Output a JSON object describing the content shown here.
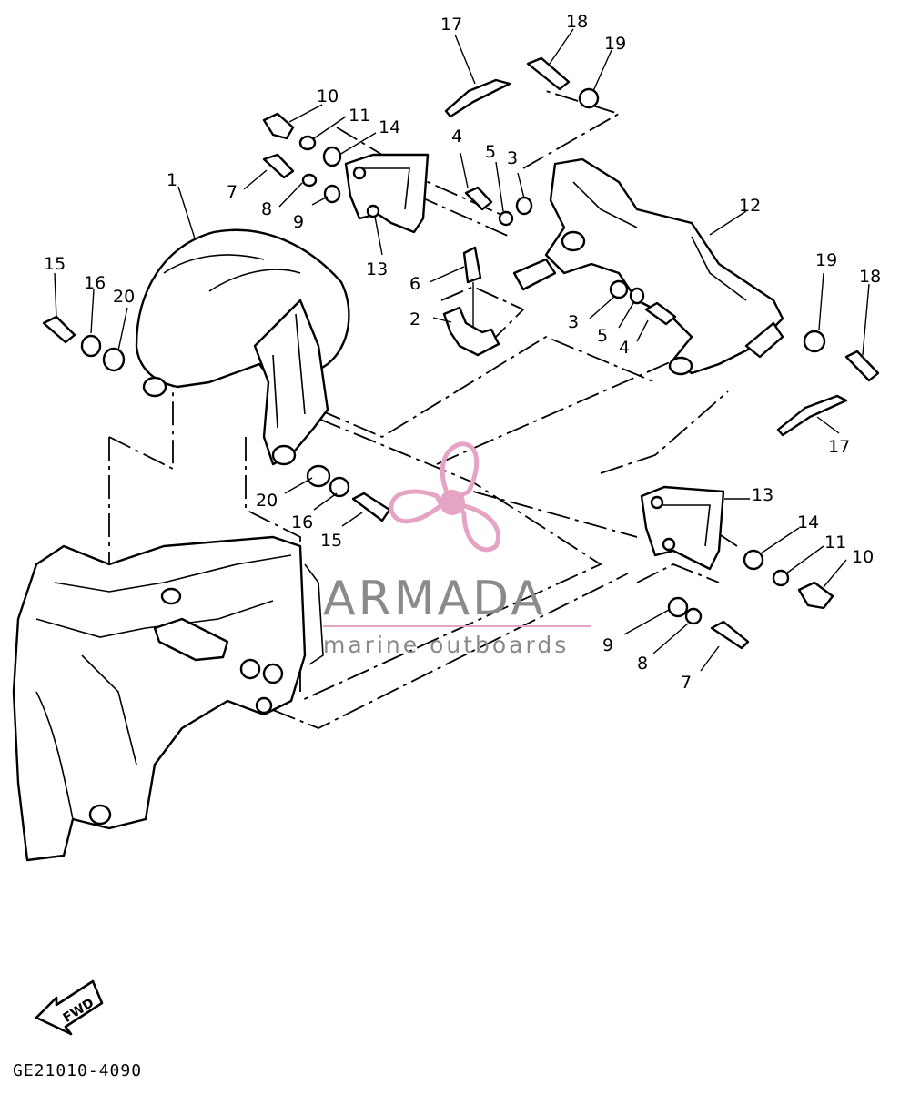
{
  "callouts": [
    {
      "id": "c1",
      "text": "1"
    },
    {
      "id": "c2",
      "text": "2"
    },
    {
      "id": "c3a",
      "text": "3"
    },
    {
      "id": "c3b",
      "text": "3"
    },
    {
      "id": "c4a",
      "text": "4"
    },
    {
      "id": "c4b",
      "text": "4"
    },
    {
      "id": "c5a",
      "text": "5"
    },
    {
      "id": "c5b",
      "text": "5"
    },
    {
      "id": "c6",
      "text": "6"
    },
    {
      "id": "c7a",
      "text": "7"
    },
    {
      "id": "c7b",
      "text": "7"
    },
    {
      "id": "c8a",
      "text": "8"
    },
    {
      "id": "c8b",
      "text": "8"
    },
    {
      "id": "c9a",
      "text": "9"
    },
    {
      "id": "c9b",
      "text": "9"
    },
    {
      "id": "c10a",
      "text": "10"
    },
    {
      "id": "c10b",
      "text": "10"
    },
    {
      "id": "c11a",
      "text": "11"
    },
    {
      "id": "c11b",
      "text": "11"
    },
    {
      "id": "c12",
      "text": "12"
    },
    {
      "id": "c13a",
      "text": "13"
    },
    {
      "id": "c13b",
      "text": "13"
    },
    {
      "id": "c14a",
      "text": "14"
    },
    {
      "id": "c14b",
      "text": "14"
    },
    {
      "id": "c15a",
      "text": "15"
    },
    {
      "id": "c15b",
      "text": "15"
    },
    {
      "id": "c16a",
      "text": "16"
    },
    {
      "id": "c16b",
      "text": "16"
    },
    {
      "id": "c17a",
      "text": "17"
    },
    {
      "id": "c17b",
      "text": "17"
    },
    {
      "id": "c18a",
      "text": "18"
    },
    {
      "id": "c18b",
      "text": "18"
    },
    {
      "id": "c19a",
      "text": "19"
    },
    {
      "id": "c19b",
      "text": "19"
    },
    {
      "id": "c20a",
      "text": "20"
    },
    {
      "id": "c20b",
      "text": "20"
    }
  ],
  "fwd_arrow": {
    "label": "FWD"
  },
  "diagram_code": "GE21010-4090",
  "watermark": {
    "brand": "ARMADA",
    "tagline": "marine outboards",
    "logo_color": "#e6a4c4",
    "text_color": "#8a8a8a"
  }
}
